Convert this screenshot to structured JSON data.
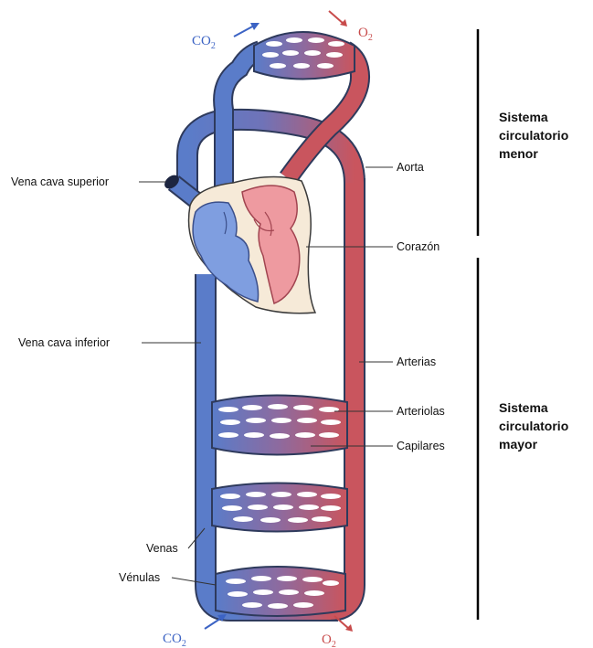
{
  "labels": {
    "vena_cava_superior": "Vena cava superior",
    "aorta": "Aorta",
    "corazon": "Corazón",
    "vena_cava_inferior": "Vena cava inferior",
    "arterias": "Arterias",
    "arteriolas": "Arteriolas",
    "capilares": "Capilares",
    "venas": "Venas",
    "venulas": "Vénulas"
  },
  "sections": {
    "menor": [
      "Sistema",
      "circulatorio",
      "menor"
    ],
    "mayor": [
      "Sistema",
      "circulatorio",
      "mayor"
    ]
  },
  "gases": {
    "top_co2": {
      "main": "CO",
      "sub": "2"
    },
    "top_o2": {
      "main": "O",
      "sub": "2"
    },
    "bottom_co2": {
      "main": "CO",
      "sub": "2"
    },
    "bottom_o2": {
      "main": "O",
      "sub": "2"
    }
  },
  "colors": {
    "venous_blue": "#5a7cc9",
    "arterial_red": "#c9555e",
    "vessel_outline": "#2e3a5c",
    "heart_blue": "#7f9ee0",
    "heart_red": "#ee9aa0",
    "heart_bg": "#f6ead8",
    "co2_text": "#3c63c4",
    "o2_text": "#c84b4b"
  }
}
